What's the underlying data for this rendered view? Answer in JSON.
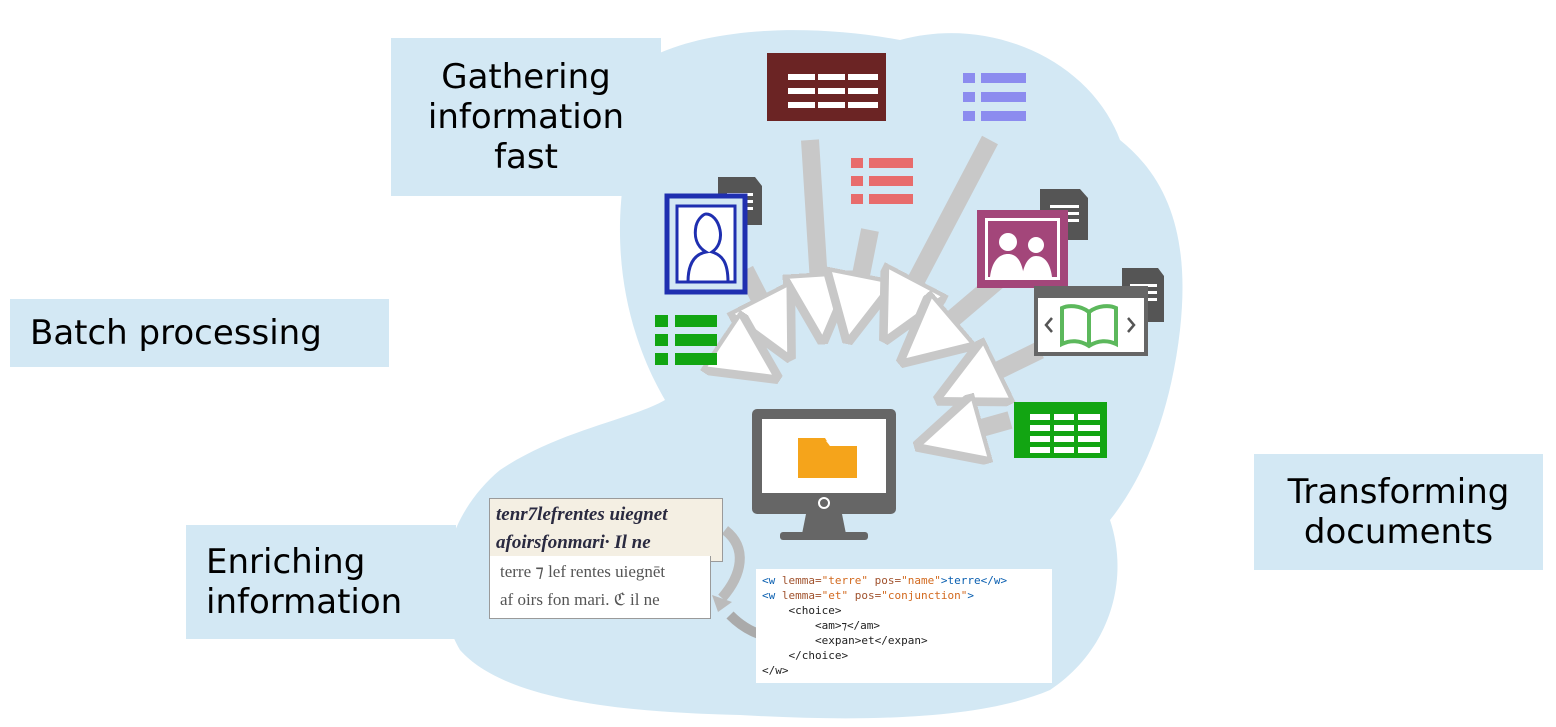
{
  "labels": {
    "gathering": [
      "Gathering",
      "information",
      "fast"
    ],
    "batch": "Batch processing",
    "enriching": [
      "Enriching",
      "information"
    ],
    "transforming": [
      "Transforming",
      "documents"
    ]
  },
  "manuscript": {
    "gothic_lines": [
      "tenr7lefrentes uiegnet",
      "afoirsfonmari· Il ne"
    ],
    "transcript_lines": [
      "terre ⁊ lef rentes uiegnēt",
      "af oirs fon mari. ℭ il ne"
    ]
  },
  "xml_snippet": {
    "line1": [
      "<w",
      " lemma=",
      "\"terre\"",
      " pos=",
      "\"name\"",
      ">terre</w>"
    ],
    "line2": [
      "<w",
      " lemma=",
      "\"et\"",
      " pos=",
      "\"conjunction\"",
      ">"
    ],
    "line3": "    <choice>",
    "line4": "        <am>⁊</am>",
    "line5": "        <expan>et</expan>",
    "line6": "    </choice>",
    "line7": "</w>"
  },
  "colors": {
    "cloud": "#d3e8f4",
    "arrow": "#c8c8c8",
    "table_brown": "#6b2424",
    "list_purple": "#8c8cef",
    "list_red": "#e86c6c",
    "portrait_blue": "#1f2fb0",
    "photo_magenta": "#a3467a",
    "book_green": "#5cb85c",
    "green": "#12a512",
    "monitor": "#666666",
    "folder": "#f5a41b"
  },
  "icons": [
    "table-icon",
    "list-icon",
    "portrait-icon",
    "photo-icon",
    "ebook-icon",
    "spreadsheet-icon",
    "monitor-icon",
    "folder-icon",
    "document-icon",
    "curved-arrow-icon"
  ]
}
